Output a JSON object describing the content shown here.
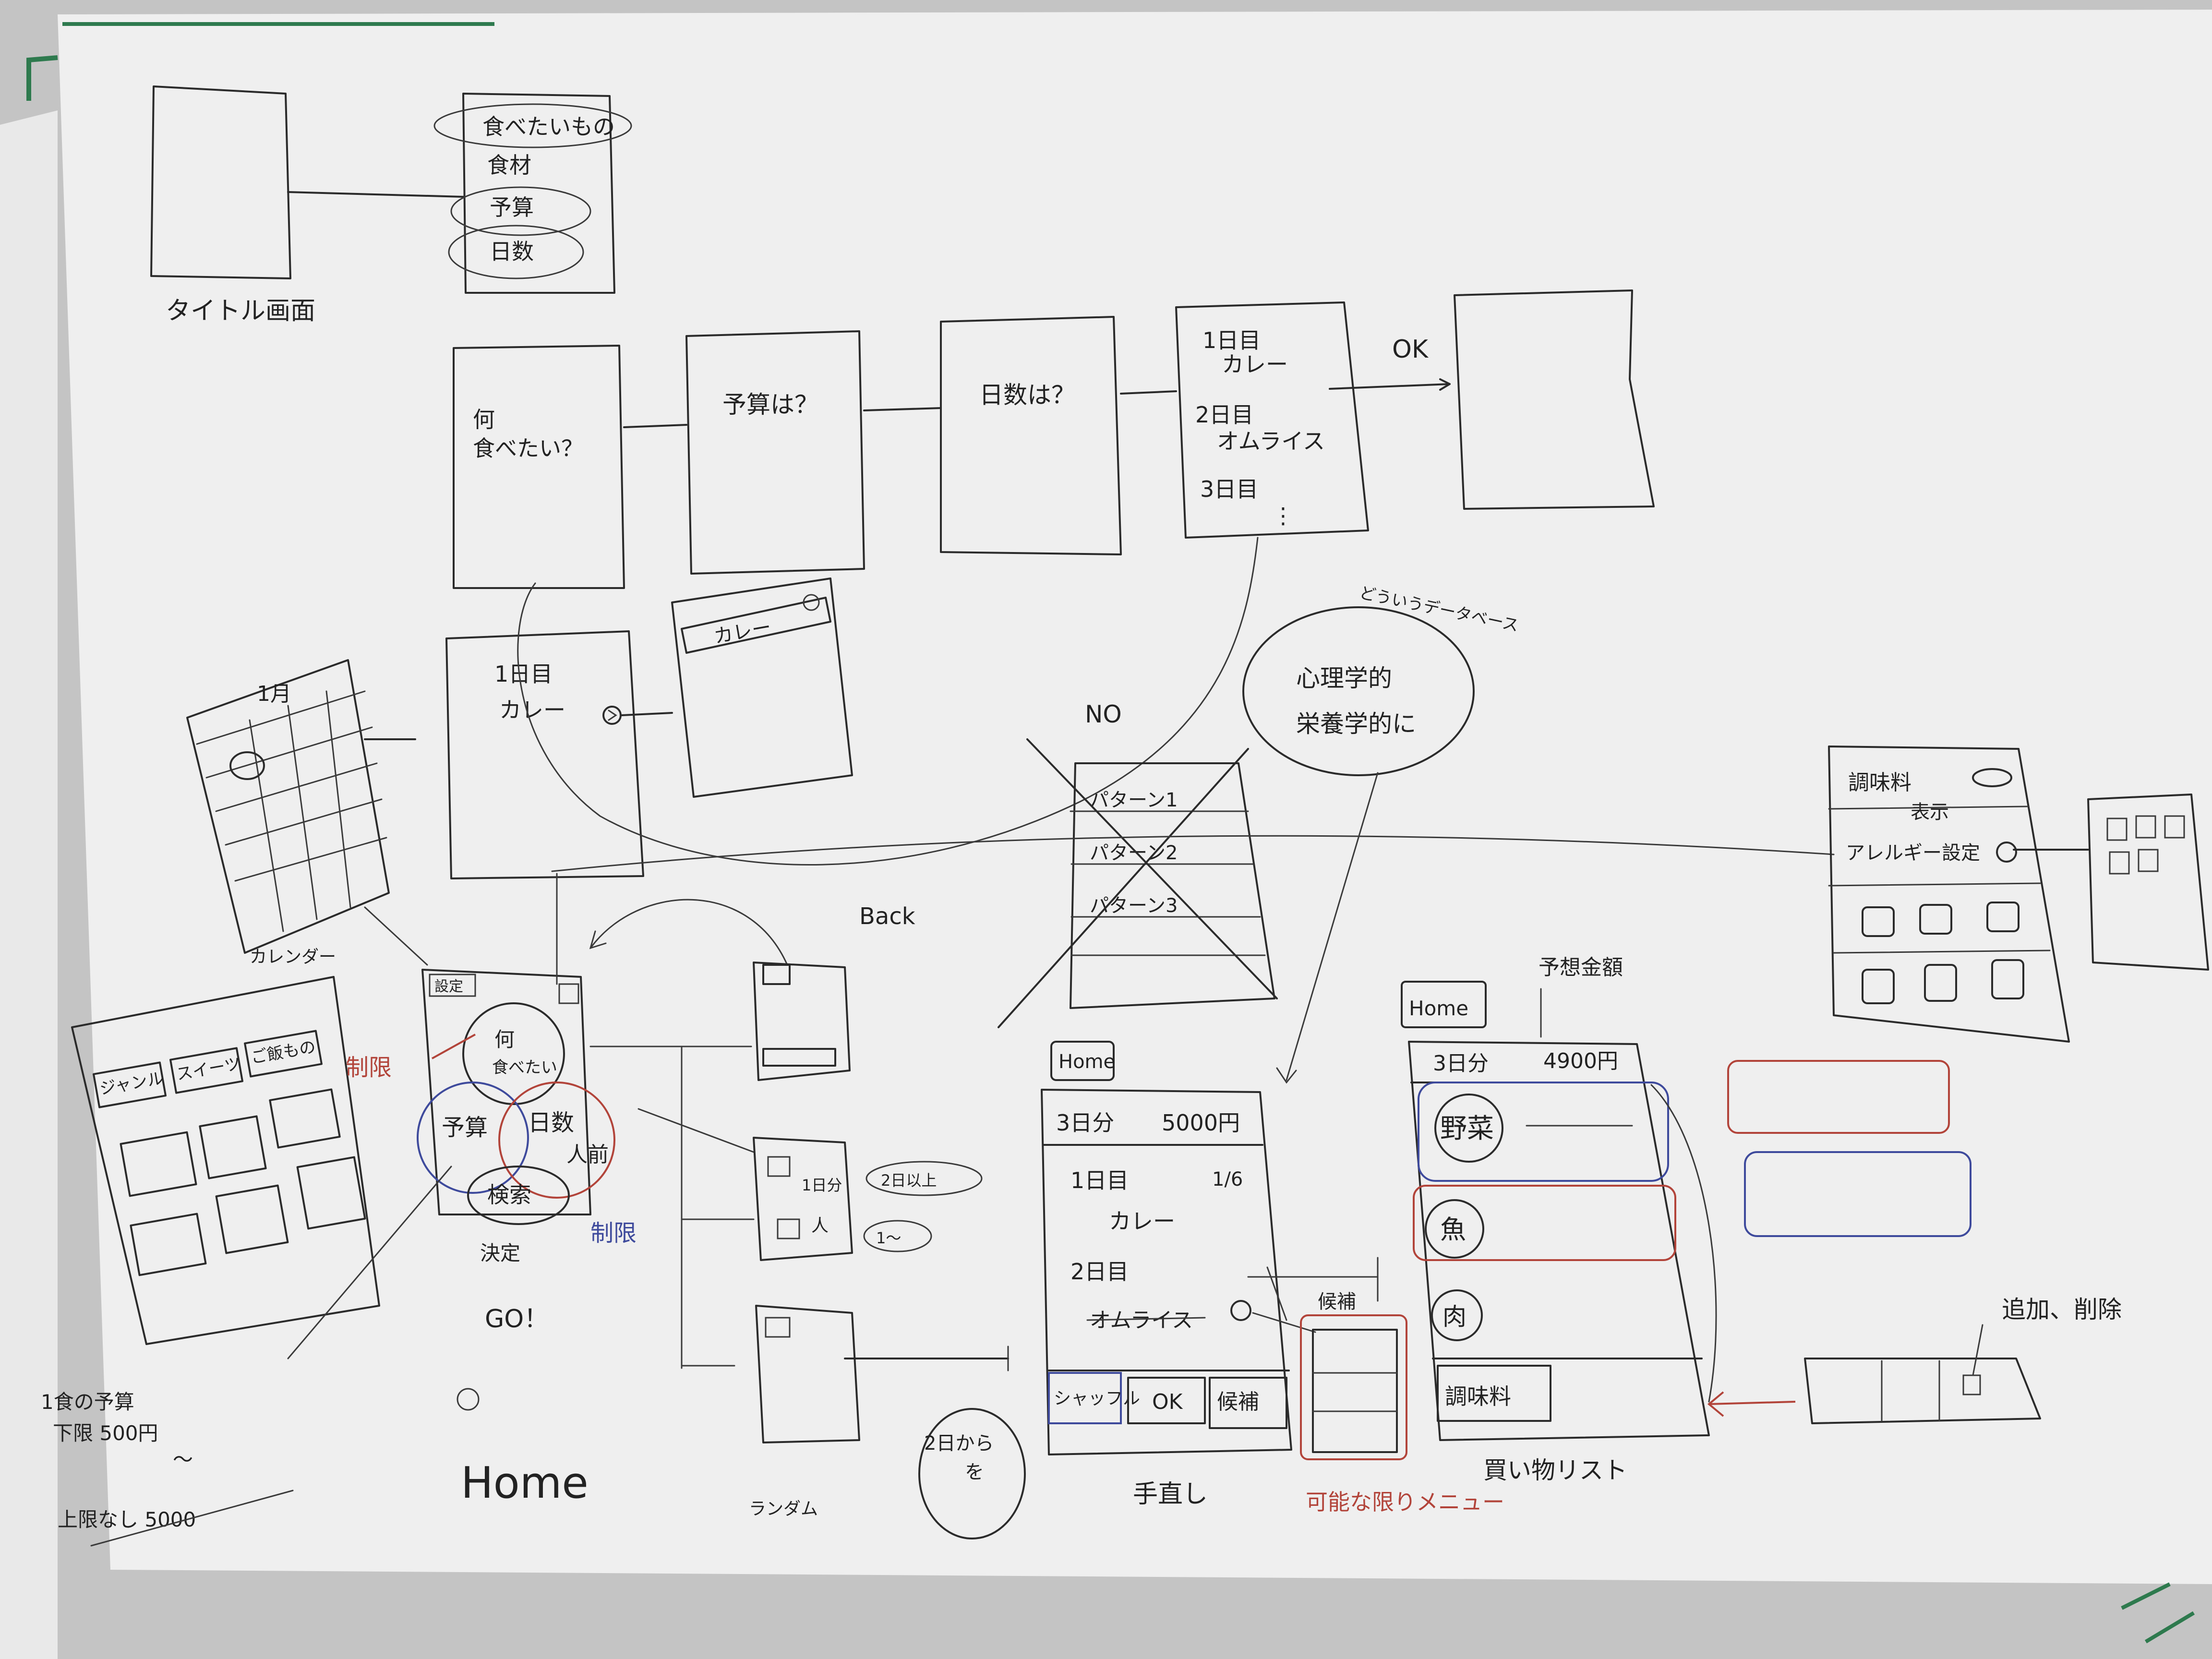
{
  "title_screen": {
    "label": "タイトル画面"
  },
  "title_menu": [
    "食べたいもの",
    "食材",
    "予算",
    "日数"
  ],
  "flow": {
    "q_what": [
      "何",
      "食べたい？"
    ],
    "q_budget": "予算は？",
    "q_days": "日数は？",
    "result": [
      "1日目",
      "カレー",
      "2日目",
      "オムライス",
      "3日目",
      "⋮"
    ],
    "ok_label": "OK",
    "no_label": "NO"
  },
  "detail": {
    "day": "1日目",
    "dish": "カレー"
  },
  "search": {
    "value": "カレー"
  },
  "calendar": {
    "month": "1月",
    "caption": "カレンダー"
  },
  "database_note": {
    "caption": "どういうデータベース",
    "lines": [
      "心理学的",
      "栄養学的に"
    ]
  },
  "patterns": [
    "パターン1",
    "パターン2",
    "パターン3"
  ],
  "favorites": {
    "tabs": [
      "ジャンル",
      "スイーツ",
      "ご飯もの"
    ]
  },
  "home": {
    "tag": "設定",
    "circles": [
      "何",
      "食べたい",
      "予算",
      "日数",
      "人前",
      "検索"
    ],
    "limit_red": "制限",
    "limit_blue": "制限",
    "decide": "決定",
    "go": "GO！",
    "caption": "Home",
    "budget_note": [
      "1食の予算",
      "下限 500円",
      "〜",
      "上限なし 5000"
    ]
  },
  "back": {
    "label": "Back"
  },
  "settings_small": {
    "row1": "1日分",
    "row1_tag": "2日以上",
    "row2": "人",
    "row2_tag": "1〜"
  },
  "random": {
    "caption": "ランダム",
    "circle": [
      "2日から",
      "を"
    ]
  },
  "confirm": {
    "home_tag": "Home",
    "header_left": "3日分",
    "header_right": "5000円",
    "day1": "1日目",
    "day1_frac": "1/6",
    "day1_dish": "カレー",
    "day2": "2日目",
    "day2_dish": "オムライス",
    "btn_shuffle": "シャッフル",
    "btn_ok": "OK",
    "btn_candidate": "候補",
    "caption": "手直し"
  },
  "candidates": {
    "tag": "候補",
    "caption": "可能な限りメニュー"
  },
  "shopping": {
    "home_tag": "Home",
    "estimate": "予想金額",
    "header_left": "3日分",
    "header_right": "4900円",
    "items": [
      "野菜",
      "魚",
      "肉"
    ],
    "seasoning": "調味料",
    "caption": "買い物リスト"
  },
  "seasoning_screen": {
    "row1": "調味料",
    "row1b": "表示",
    "row2": "アレルギー設定"
  },
  "edit_note": "追加、削除",
  "colors": {
    "paper": "#f1f1f1",
    "ink": "#2b2b2b",
    "red": "#b2443a",
    "blue": "#3e4a9c",
    "green": "#2e7a4e"
  }
}
